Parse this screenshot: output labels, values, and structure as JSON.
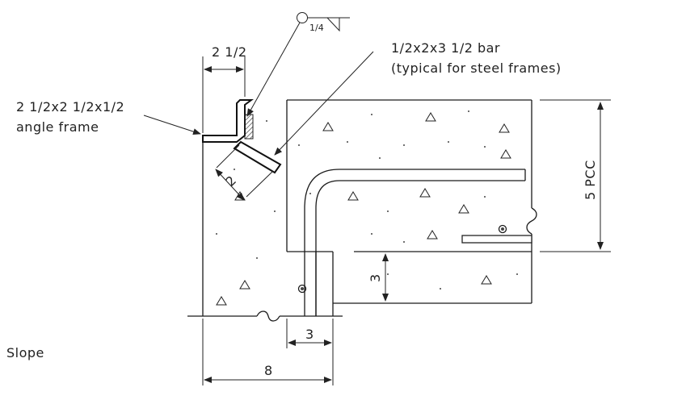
{
  "labels": {
    "weld_symbol": "1/4",
    "bar": "1/2x2x3 1/2 bar",
    "bar_note": "(typical for steel frames)",
    "angle": "2 1/2x2 1/2x1/2",
    "angle_note": "angle frame",
    "slope": "Slope"
  },
  "dimensions": {
    "top_width": "2 1/2",
    "leg": "2",
    "slab_thickness": "5 PCC",
    "step": "3",
    "bottom_step": "3",
    "overall": "8"
  },
  "colors": {
    "line": "#1a1a1a",
    "background": "#ffffff"
  }
}
